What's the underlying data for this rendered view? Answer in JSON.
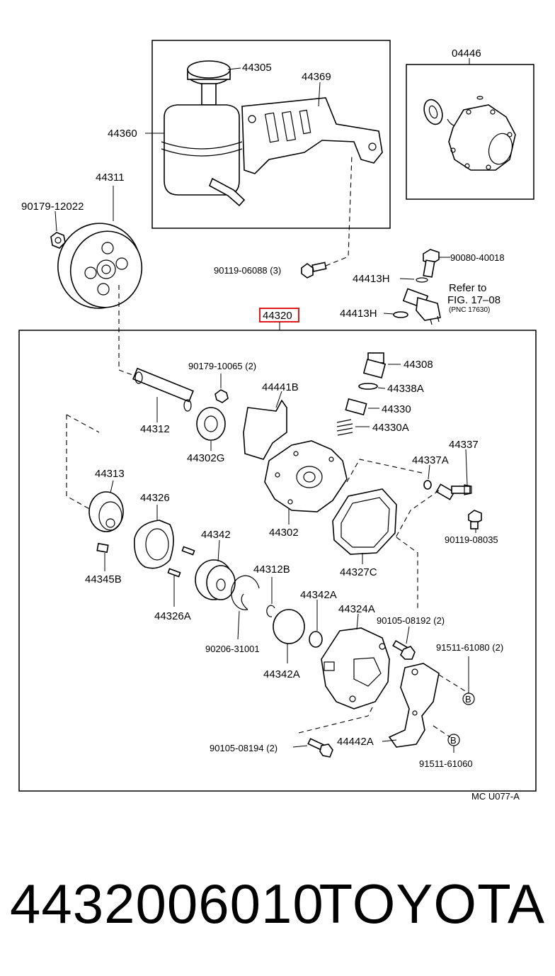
{
  "diagram": {
    "labels": {
      "p44305": "44305",
      "p44369": "44369",
      "p44360": "44360",
      "p04446": "04446",
      "p44311": "44311",
      "p90179_12022": "90179-12022",
      "p90119_06088": "90119-06088 (3)",
      "p90080_40018": "90080-40018",
      "p44413h_a": "44413H",
      "p44413h_b": "44413H",
      "refer_line1": "Refer to",
      "refer_line2": "FIG. 17–08",
      "refer_line3": "(PNC 17630)",
      "p44320": "44320",
      "p90179_10065": "90179-10065 (2)",
      "p44441b": "44441B",
      "p44308": "44308",
      "p44338a": "44338A",
      "p44330": "44330",
      "p44330a": "44330A",
      "p44312": "44312",
      "p44302g": "44302G",
      "p44337": "44337",
      "p44337a": "44337A",
      "p44313": "44313",
      "p44326": "44326",
      "p44302": "44302",
      "p90119_08035": "90119-08035",
      "p44342": "44342",
      "p44327c": "44327C",
      "p44345b": "44345B",
      "p44312b": "44312B",
      "p44342a_a": "44342A",
      "p44324a": "44324A",
      "p44326a": "44326A",
      "p90105_08192": "90105-08192 (2)",
      "p90206_31001": "90206-31001",
      "p91511_61080": "91511-61080 (2)",
      "p44342a_b": "44342A",
      "p90105_08194": "90105-08194 (2)",
      "p44442a": "44442A",
      "p91511_61060": "91511-61060",
      "callout_b1": "B",
      "callout_b2": "B",
      "code": "MC U077-A"
    },
    "highlight_color": "#e01b1b"
  },
  "footer": {
    "part_number": "4432006010",
    "brand": "TOYOTA"
  }
}
